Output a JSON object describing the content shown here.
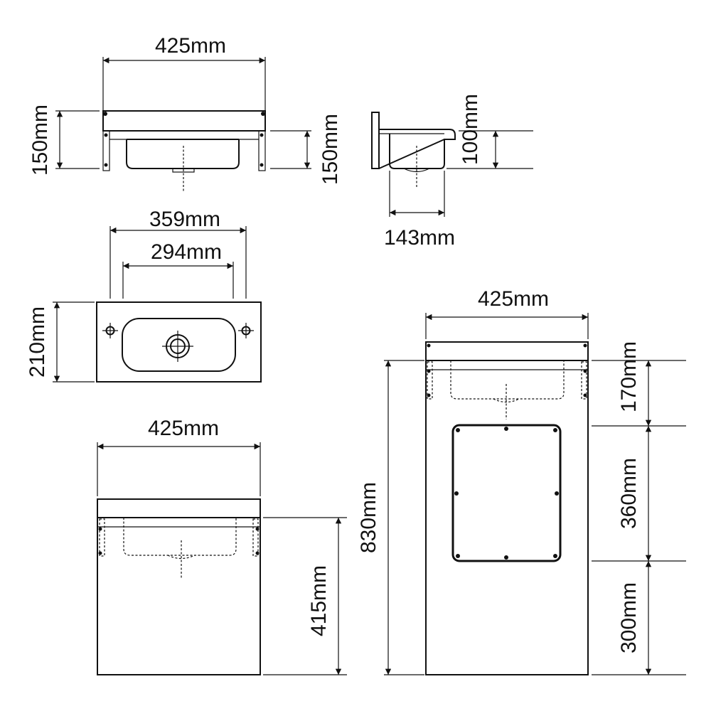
{
  "dimensions": {
    "top_view_width": "425mm",
    "top_view_height_left": "150mm",
    "top_view_height_right": "150mm",
    "side_view_height": "100mm",
    "side_view_depth": "143mm",
    "plan_outer_width": "359mm",
    "plan_inner_width": "294mm",
    "plan_depth": "210mm",
    "front_small_width": "425mm",
    "front_small_height": "415mm",
    "cabinet_width": "425mm",
    "cabinet_total_height": "830mm",
    "cabinet_upper": "170mm",
    "cabinet_middle": "360mm",
    "cabinet_lower": "300mm"
  },
  "colors": {
    "line": "#111111",
    "background": "#ffffff"
  }
}
